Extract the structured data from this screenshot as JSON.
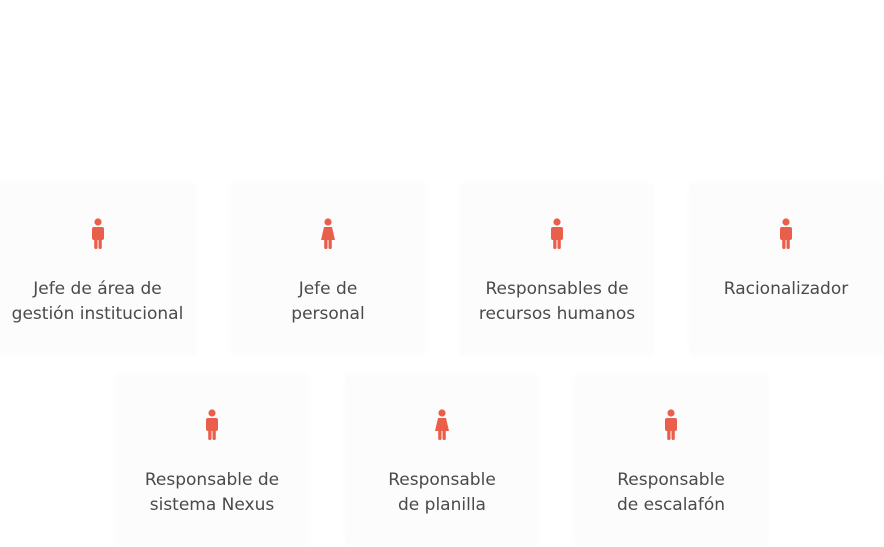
{
  "accent_color": "#ea5f4b",
  "cards": [
    {
      "label": "Jefe de área de\ngestión institucional",
      "icon": "male-person-icon"
    },
    {
      "label": "Jefe de\npersonal",
      "icon": "female-person-icon"
    },
    {
      "label": "Responsables de\nrecursos humanos",
      "icon": "male-person-icon"
    },
    {
      "label": "Racionalizador",
      "icon": "male-person-icon"
    },
    {
      "label": "Responsable de\nsistema Nexus",
      "icon": "male-person-icon"
    },
    {
      "label": "Responsable\nde planilla",
      "icon": "female-person-icon"
    },
    {
      "label": "Responsable\nde escalafón",
      "icon": "male-person-icon"
    }
  ]
}
